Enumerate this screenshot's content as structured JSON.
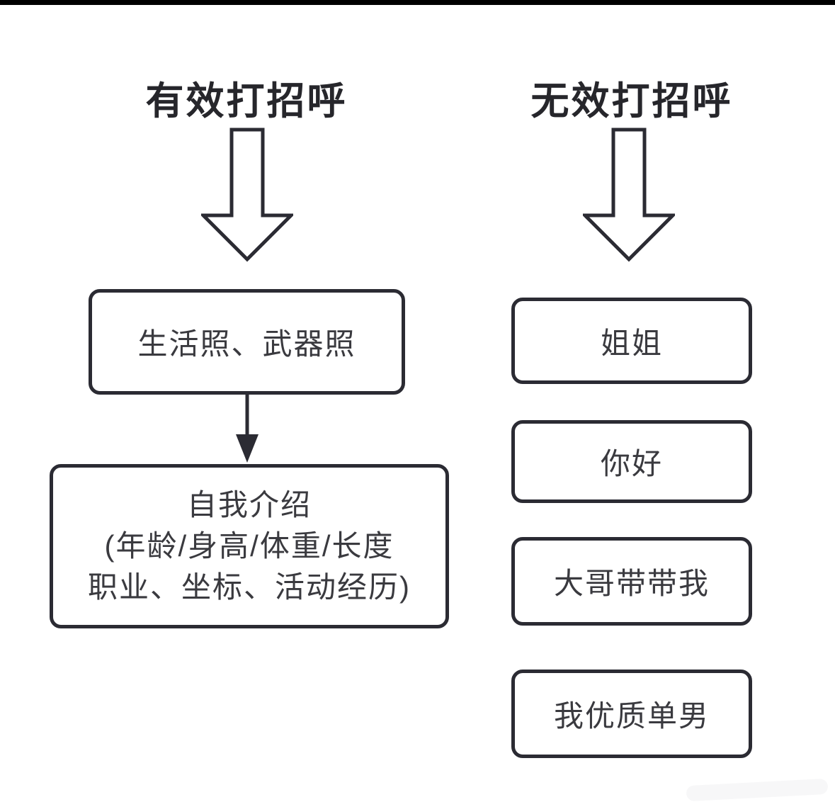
{
  "colors": {
    "background": "#ffffff",
    "stroke": "#2b2b33",
    "title_text": "#26262b",
    "node_text": "#3a3a3f",
    "top_bar": "#000000"
  },
  "left_column": {
    "title": "有效打招呼",
    "nodes": [
      {
        "id": "photos",
        "text": "生活照、武器照"
      },
      {
        "id": "self-intro",
        "lines": [
          "自我介绍",
          "(年龄/身高/体重/长度",
          "职业、坐标、活动经历)"
        ]
      }
    ]
  },
  "right_column": {
    "title": "无效打招呼",
    "nodes": [
      {
        "id": "jiejie",
        "text": "姐姐"
      },
      {
        "id": "nihao",
        "text": "你好"
      },
      {
        "id": "dage-daidai-wo",
        "text": "大哥带带我"
      },
      {
        "id": "quality-single-man",
        "text": "我优质单男"
      }
    ]
  },
  "icons": {
    "left_arrow": "big-hollow-down-arrow",
    "right_arrow": "big-hollow-down-arrow",
    "connector": "thin-filled-down-arrow"
  }
}
